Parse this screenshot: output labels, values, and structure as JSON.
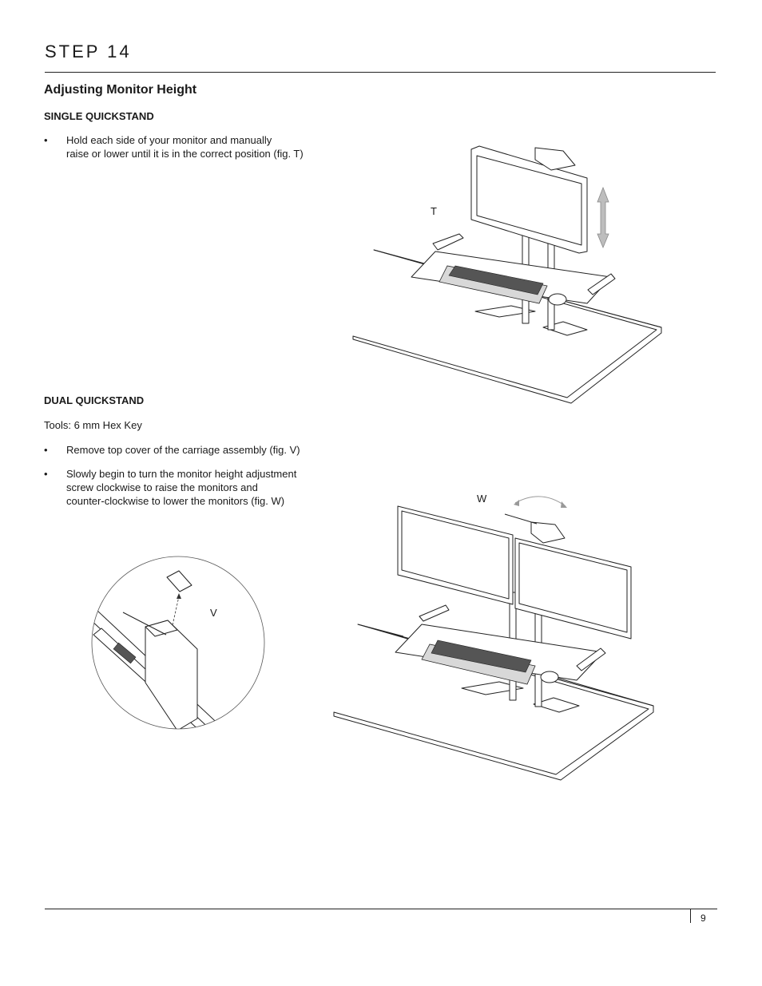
{
  "header": {
    "step": "STEP 14"
  },
  "section": {
    "title": "Adjusting Monitor Height"
  },
  "single": {
    "title": "SINGLE QUICKSTAND",
    "bullets": [
      {
        "line1": "Hold each side of your monitor and manually",
        "line2": "raise or lower until it is in the correct position (fig. T)"
      }
    ]
  },
  "dual": {
    "title": "DUAL QUICKSTAND",
    "tools": "Tools: 6 mm Hex Key",
    "bullets": [
      {
        "line1": "Remove top cover of the carriage assembly (fig. V)"
      },
      {
        "line1": "Slowly begin to turn the monitor height adjustment",
        "line2": "screw clockwise to raise the monitors and",
        "line3": "counter-clockwise to lower the monitors (fig. W)"
      }
    ]
  },
  "figures": {
    "t": "T",
    "v": "V",
    "w": "W"
  },
  "bullet_char": "•",
  "footer": {
    "page": "9"
  }
}
